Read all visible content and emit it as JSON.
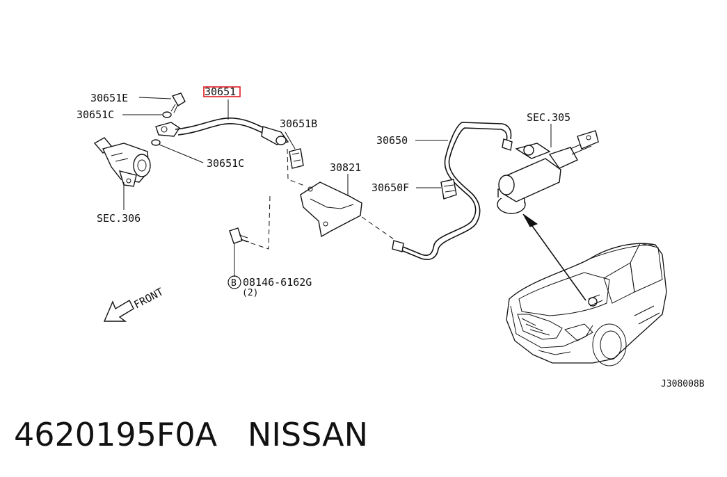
{
  "labels": {
    "p30651": "30651",
    "p30651E": "30651E",
    "p30651C_top": "30651C",
    "p30651C_side": "30651C",
    "p30651B": "30651B",
    "p30821": "30821",
    "p30650": "30650",
    "p30650F": "30650F",
    "sec305": "SEC.305",
    "sec306": "SEC.306",
    "bolt_circle": "B",
    "bolt_part": "08146-6162G",
    "bolt_qty": "(2)",
    "front": "FRONT",
    "diagram_code": "J308008B"
  },
  "caption": "4620195F0A   NISSAN",
  "colors": {
    "highlight": "#e0191e",
    "ink": "#111111"
  }
}
